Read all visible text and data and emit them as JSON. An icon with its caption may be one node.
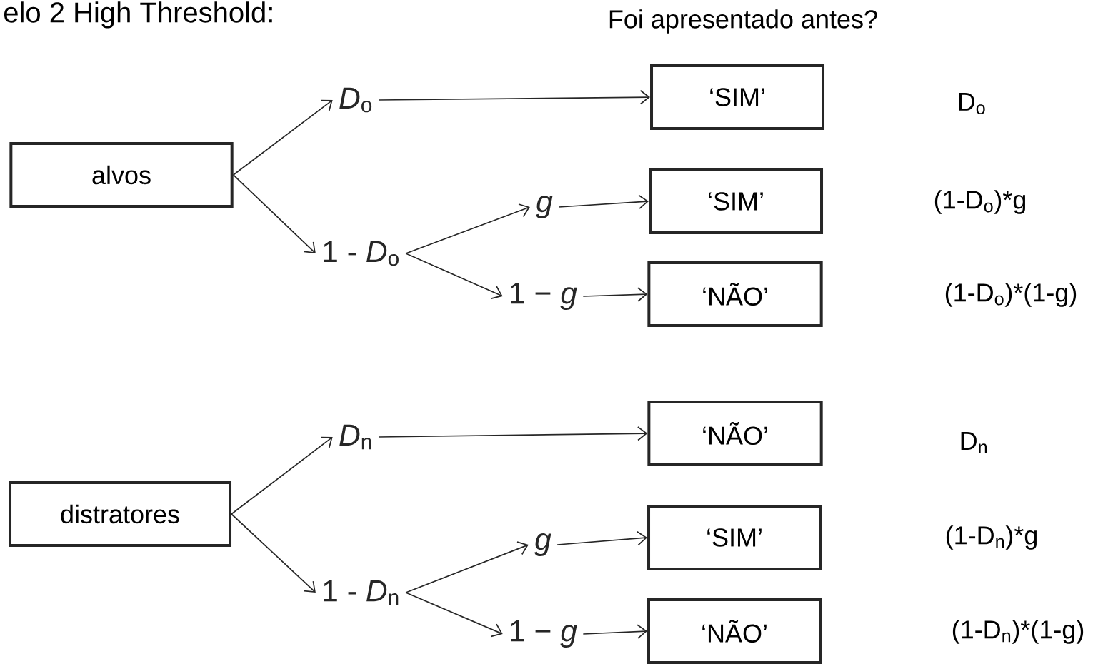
{
  "diagram": {
    "title": "elo 2 High Threshold:",
    "nodes": [
      {
        "text": [
          "alvos"
        ]
      },
      {
        "text": [
          "*D*$_{o}$"
        ]
      },
      {
        "text": [
          "1 - *D*$_{o}$"
        ]
      },
      {
        "text": [
          "g"
        ]
      },
      {
        "text": [
          "1 − *g*"
        ]
      },
      {
        "text": [
          "‘SIM’"
        ]
      },
      {
        "text": [
          "‘SIM’"
        ]
      },
      {
        "text": [
          "‘NÃO’"
        ]
      },
      {
        "text": [
          "distratores"
        ]
      },
      {
        "text": [
          "*D*$_{n}$"
        ]
      },
      {
        "text": [
          "1 - *D*$_{n}$"
        ]
      },
      {
        "text": [
          "g"
        ]
      },
      {
        "text": [
          "1 − *g*"
        ]
      },
      {
        "text": [
          "‘NÃO’"
        ]
      },
      {
        "text": [
          "‘SIM’"
        ]
      },
      {
        "text": [
          "‘NÃO’"
        ]
      }
    ],
    "edges": [
      {
        "from": 0,
        "to": 1,
        "arrow": "to"
      },
      {
        "from": 0,
        "to": 2,
        "arrow": "to"
      },
      {
        "from": 1,
        "to": 5,
        "arrow": "to"
      },
      {
        "from": 2,
        "to": 3,
        "arrow": "to"
      },
      {
        "from": 2,
        "to": 4,
        "arrow": "to"
      },
      {
        "from": 3,
        "to": 6,
        "arrow": "to"
      },
      {
        "from": 4,
        "to": 7,
        "arrow": "to"
      },
      {
        "from": 8,
        "to": 9,
        "arrow": "to"
      },
      {
        "from": 8,
        "to": 10,
        "arrow": "to"
      },
      {
        "from": 9,
        "to": 13,
        "arrow": "to"
      },
      {
        "from": 10,
        "to": 11,
        "arrow": "to"
      },
      {
        "from": 10,
        "to": 12,
        "arrow": "to"
      },
      {
        "from": 11,
        "to": 14,
        "arrow": "to"
      },
      {
        "from": 12,
        "to": 15,
        "arrow": "to"
      }
    ],
    "labels": [
      "Foi apresentado antes?",
      "D$_{o}$",
      "(1-D$_{o}$)*g",
      "(1-D$_{o}$)*(1-g)",
      "D$_{n}$",
      "(1-D$_{n}$)*g",
      "(1-D$_{n}$)*(1-g)"
    ]
  }
}
